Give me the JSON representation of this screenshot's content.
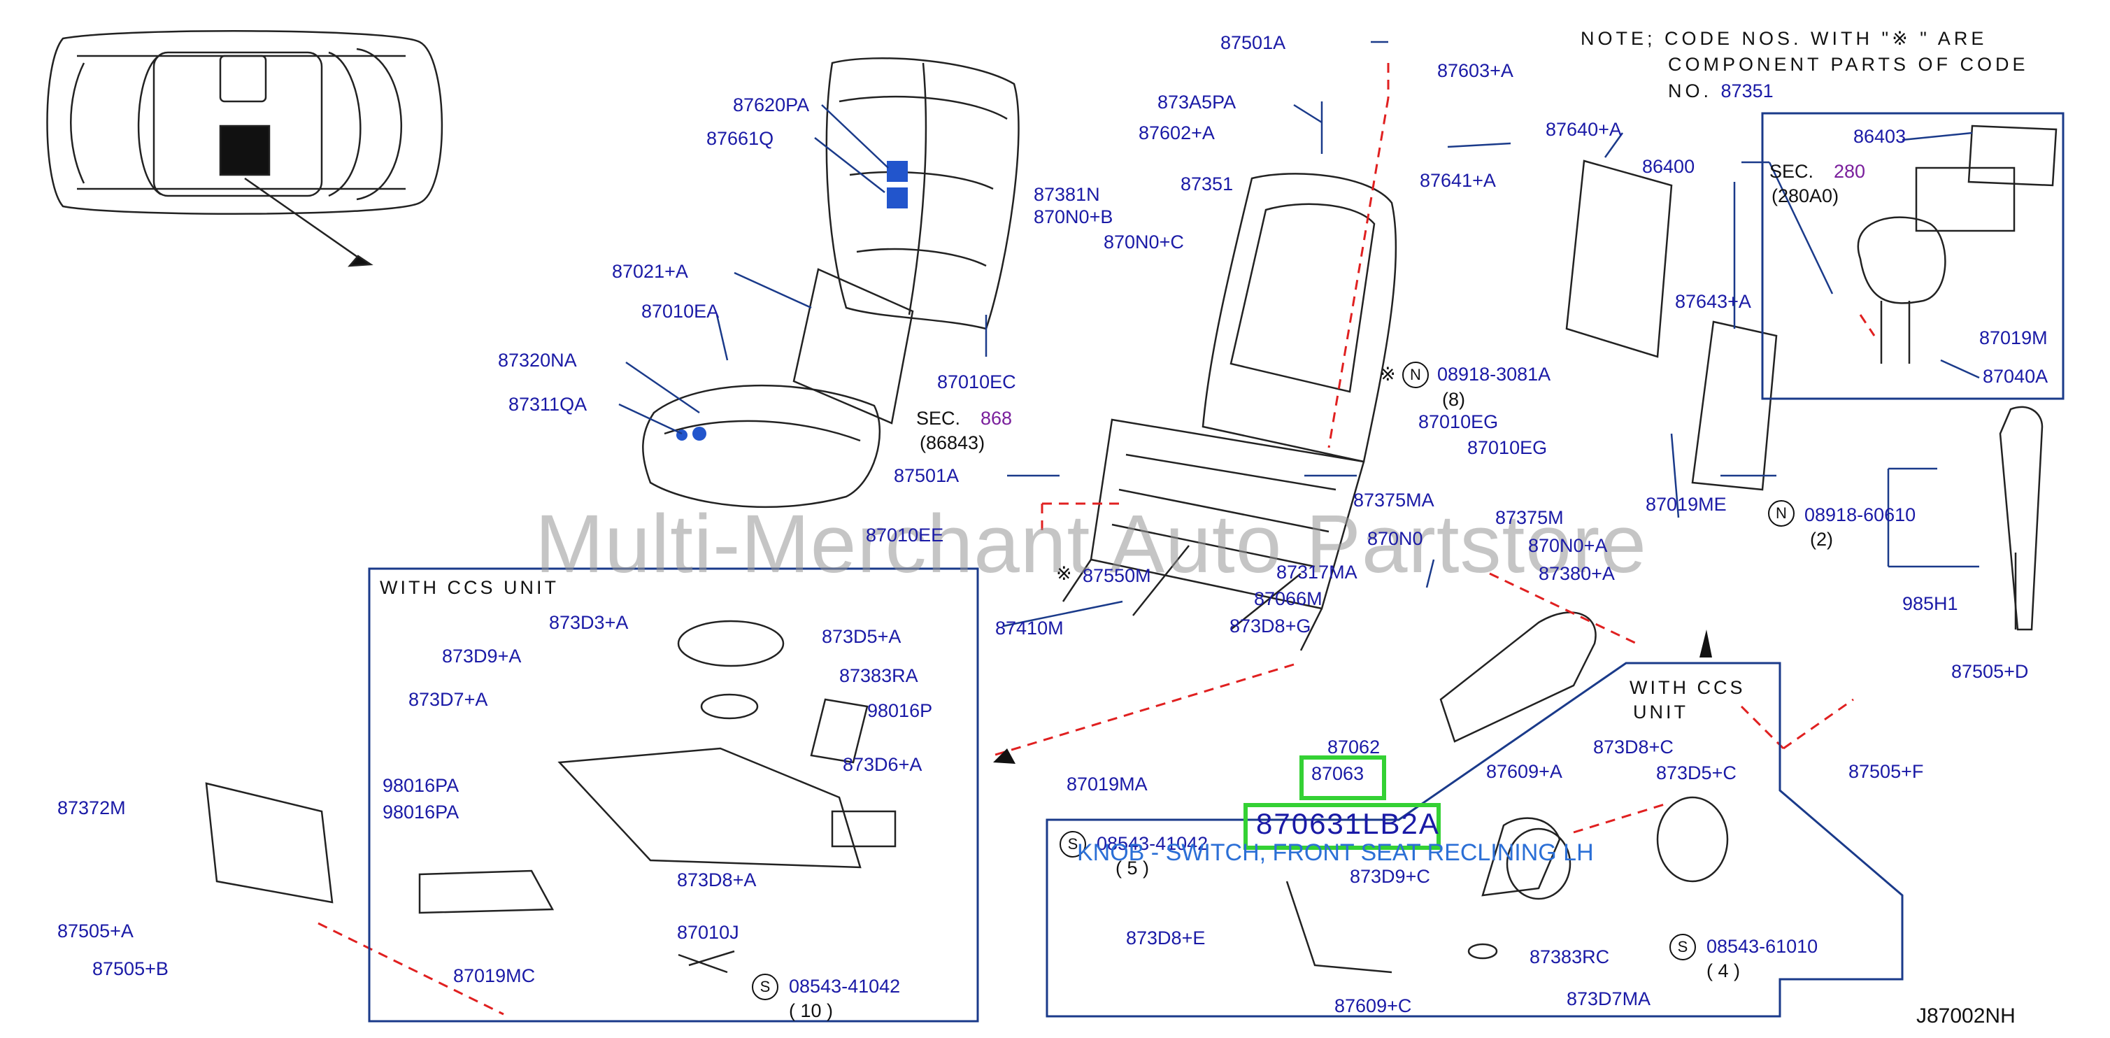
{
  "note": {
    "line1": "NOTE;  CODE  NOS.  WITH  \"※     \"  ARE",
    "line2": "COMPONENT  PARTS  OF  CODE",
    "line3_prefix": "NO.",
    "line3_code": "87351"
  },
  "diagram_id": "J87002NH",
  "watermark": "Multi-Merchant Auto Partstore",
  "highlight": {
    "part": "87063",
    "popup_part": "870631LB2A",
    "popup_desc": "KNOB - SWITCH, FRONT SEAT RECLINING LH"
  },
  "boxes": {
    "ccs_unit": "WITH   CCS   UNIT",
    "with_ccs_line1": "WITH   CCS",
    "with_ccs_line2": "UNIT"
  },
  "sections": {
    "sec868_prefix": "SEC.",
    "sec868_num": "868",
    "sec868_sub": "(86843)",
    "sec280_prefix": "SEC.",
    "sec280_num": "280",
    "sec280_sub": "(280A0)"
  },
  "parts": {
    "p87501A_top": "87501A",
    "p87603A": "87603+A",
    "p873A5PA": "873A5PA",
    "p87602A": "87602+A",
    "p87620PA": "87620PA",
    "p87661Q": "87661Q",
    "p87381N": "87381N",
    "p870N0B": "870N0+B",
    "p870N0C": "870N0+C",
    "p87351": "87351",
    "p87640A": "87640+A",
    "p86400": "86400",
    "p86403": "86403",
    "p87019M": "87019M",
    "p87040A": "87040A",
    "p87641A": "87641+A",
    "p87643A": "87643+A",
    "p87021A": "87021+A",
    "p87010EA": "87010EA",
    "p87010EC": "87010EC",
    "p87320NA": "87320NA",
    "p87311QA": "87311QA",
    "p08918_3081A": "08918-3081A",
    "qty8": "(8)",
    "p87010EG_1": "87010EG",
    "p87010EG_2": "87010EG",
    "p87501A_mid": "87501A",
    "p87375MA": "87375MA",
    "p87375M": "87375M",
    "p87019ME": "87019ME",
    "p08918_60610": "08918-60610",
    "qty2": "(2)",
    "p87010EE": "87010EE",
    "p870N0": "870N0",
    "p870N0A": "870N0+A",
    "p87550M": "87550M",
    "p87317MA": "87317MA",
    "p87380A": "87380+A",
    "p985H1": "985H1",
    "p87066M": "87066M",
    "p87410M": "87410M",
    "p873D8G": "873D8+G",
    "p87505D": "87505+D",
    "p87505F": "87505+F",
    "p873D3A": "873D3+A",
    "p873D5A": "873D5+A",
    "p873D9A": "873D9+A",
    "p87383RA": "87383RA",
    "p873D7A": "873D7+A",
    "p98016P": "98016P",
    "p873D6A": "873D6+A",
    "p98016PA_1": "98016PA",
    "p98016PA_2": "98016PA",
    "p873D8A": "873D8+A",
    "p87372M": "87372M",
    "p87062": "87062",
    "p87019MA": "87019MA",
    "p87609A": "87609+A",
    "p873D8C": "873D8+C",
    "p873D5C": "873D5+C",
    "p08543_41042_top": "08543-41042",
    "qty5": "( 5 )",
    "p873D9C": "873D9+C",
    "p873D8E": "873D8+E",
    "p87383RC": "87383RC",
    "p08543_61010": "08543-61010",
    "qty4": "( 4 )",
    "p873D7MA": "873D7MA",
    "p87609C": "87609+C",
    "p87505A": "87505+A",
    "p87505B": "87505+B",
    "p87019MC": "87019MC",
    "p87010J": "87010J",
    "p08543_41042_bot": "08543-41042",
    "qty10": "( 10 )"
  },
  "markers": {
    "n": "N",
    "s": "S",
    "star": "※"
  },
  "colors": {
    "label": "#1a1aa6",
    "leader": "#1a3a8a",
    "dash": "#e02020",
    "highlight": "#34d134",
    "section_num": "#7a1f9c"
  }
}
